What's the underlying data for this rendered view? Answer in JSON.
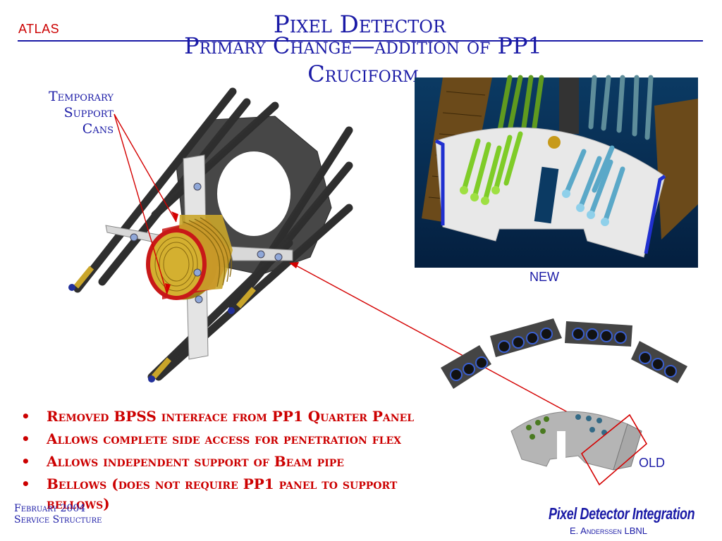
{
  "header": {
    "org": "ATLAS",
    "title_line1": "Pixel Detector",
    "title_line2": "Primary Change—addition of PP1",
    "title_line3": "Cruciform"
  },
  "callout": {
    "line1": "Temporary",
    "line2": "Support",
    "line3": "Cans"
  },
  "labels": {
    "new": "NEW",
    "old": "OLD"
  },
  "bullets": [
    "Removed BPSS interface from PP1 Quarter Panel",
    "Allows complete side access for penetration flex",
    "Allows independent support of Beam pipe",
    "Bellows (does not require PP1 panel to support bellows)"
  ],
  "footer": {
    "date": "February 2004",
    "section": "Service Structure",
    "brand": "Pixel Detector Integration",
    "author": "E. Anderssen LBNL"
  },
  "colors": {
    "title": "#1a1aa6",
    "accent": "#cc0000"
  }
}
